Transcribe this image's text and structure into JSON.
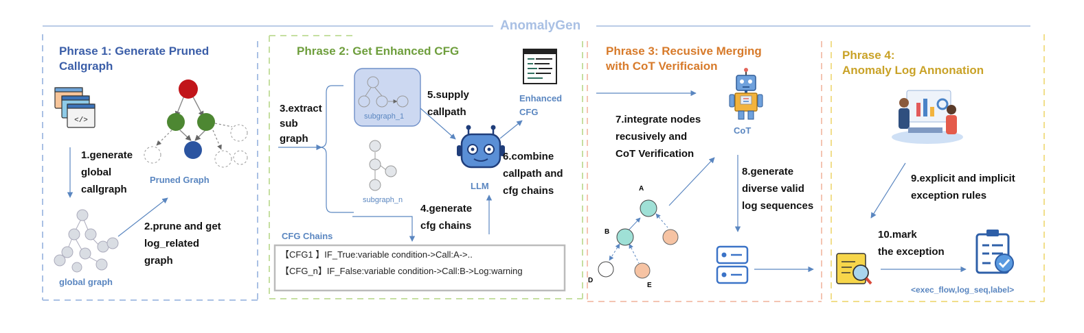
{
  "main_title": "AnomalyGen",
  "phases": {
    "p1": "Phrase 1: Generate Pruned\nCallgraph",
    "p2": "Phrase 2: Get Enhanced CFG",
    "p3": "Phrase 3: Recusive Merging\nwith CoT Verificaion",
    "p4": "Phrase 4:\nAnomaly Log Annonation"
  },
  "steps": {
    "s1": "1.generate\nglobal\ncallgraph",
    "s2": "2.prune and get\nlog_related\ngraph",
    "s3": "3.extract\nsub\ngraph",
    "s4": "4.generate\ncfg chains",
    "s5": "5.supply\ncallpath",
    "s6": "6.combine\ncallpath and\ncfg chains",
    "s7": "7.integrate nodes\nrecusively and\nCoT Verification",
    "s8": "8.generate\ndiverse valid\nlog sequences",
    "s9": "9.explicit and implicit\nexception rules",
    "s10": "10.mark\nthe exception"
  },
  "labels": {
    "pruned_graph": "Pruned Graph",
    "global_graph": "global graph",
    "subgraph_1": "subgraph_1",
    "subgraph_n": "subgraph_n",
    "enhanced_cfg": "Enhanced\nCFG",
    "llm": "LLM",
    "cot": "CoT",
    "cfg_chains": "CFG Chains",
    "output_tuple": "<exec_flow,log_seq,label>",
    "node_a": "A",
    "node_b": "B",
    "node_d": "D",
    "node_e": "E"
  },
  "cfg_lines": [
    "【CFG1 】IF_True:variable condition->Call:A->..",
    "【CFG_n】IF_False:variable condition->Call:B->Log:warning"
  ],
  "colors": {
    "phase1": "#3b5ea8",
    "phase2": "#6e9e3c",
    "phase3": "#d77a2a",
    "phase4": "#c9a227",
    "accent_blue": "#5a86c0"
  },
  "icons": [
    "code-window-icon",
    "document-icon",
    "robot-llm-icon",
    "robot-cot-icon",
    "people-icon",
    "server-icon",
    "magnifier-document-icon",
    "clipboard-check-icon"
  ]
}
